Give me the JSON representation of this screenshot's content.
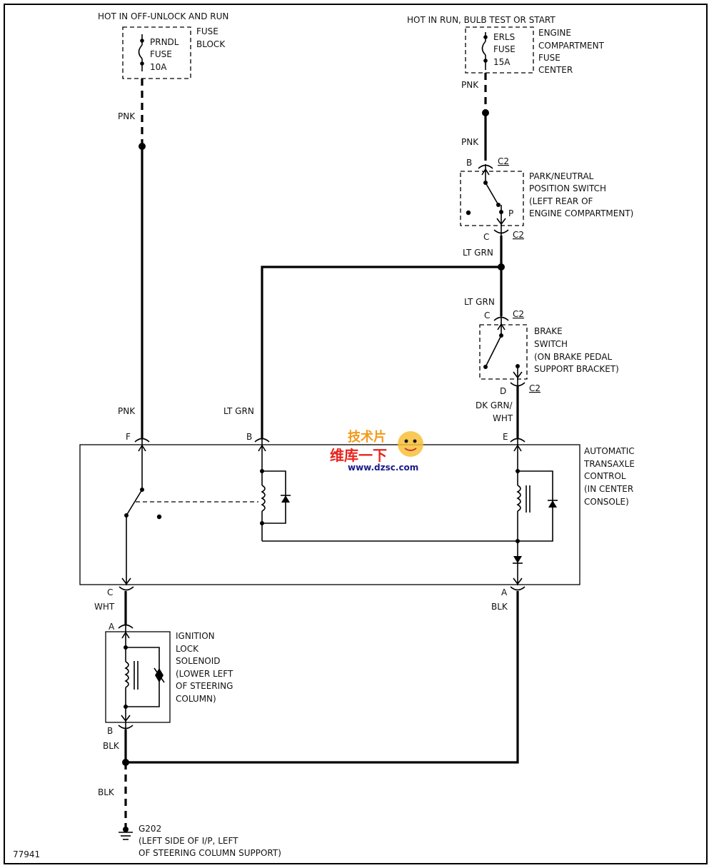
{
  "fuse_block": {
    "hot_label": "HOT IN OFF-UNLOCK AND RUN",
    "fuse_lines": [
      "PRNDL",
      "FUSE",
      "10A"
    ],
    "block_lines": [
      "FUSE",
      "BLOCK"
    ]
  },
  "engine_fuse": {
    "hot_label": "HOT IN RUN, BULB TEST OR START",
    "fuse_lines": [
      "ERLS",
      "FUSE",
      "15A"
    ],
    "center_lines": [
      "ENGINE",
      "COMPARTMENT",
      "FUSE",
      "CENTER"
    ]
  },
  "wires": {
    "pnk_left_upper": "PNK",
    "pnk_left_lower": "PNK",
    "pnk_right_upper": "PNK",
    "pnk_right_lower": "PNK",
    "ltgrn_mid": "LT GRN",
    "ltgrn_brake": "LT GRN",
    "ltgrn_left": "LT GRN",
    "dkgrn_lines": [
      "DK GRN/",
      "WHT"
    ],
    "wht": "WHT",
    "blk_atc": "BLK",
    "blk_ils": "BLK",
    "blk_ground": "BLK"
  },
  "pn_switch": {
    "pin_top": "B",
    "conn_top": "C2",
    "pin_bottom": "C",
    "conn_bottom": "C2",
    "contact": "P",
    "desc_lines": [
      "PARK/NEUTRAL",
      "POSITION SWITCH",
      "(LEFT REAR OF",
      "ENGINE COMPARTMENT)"
    ]
  },
  "brake_switch": {
    "pin_top": "C",
    "conn_top": "C2",
    "pin_bottom": "D",
    "conn_bottom": "C2",
    "desc_lines": [
      "BRAKE",
      "SWITCH",
      "(ON BRAKE PEDAL",
      "SUPPORT BRACKET)"
    ]
  },
  "atc": {
    "pin_f": "F",
    "pin_b": "B",
    "pin_e": "E",
    "pin_c": "C",
    "pin_a": "A",
    "desc_lines": [
      "AUTOMATIC",
      "TRANSAXLE",
      "CONTROL",
      "(IN CENTER",
      "CONSOLE)"
    ]
  },
  "ignition_solenoid": {
    "pin_a": "A",
    "pin_b": "B",
    "desc_lines": [
      "IGNITION",
      "LOCK",
      "SOLENOID",
      "(LOWER LEFT",
      "OF STEERING",
      "COLUMN)"
    ]
  },
  "ground": {
    "id": "G202",
    "desc_lines": [
      "(LEFT SIDE OF I/P, LEFT",
      "OF STEERING COLUMN SUPPORT)"
    ]
  },
  "diagram_number": "77941",
  "watermark": {
    "top_text": "技术片",
    "cn_text": "维库一下",
    "url": "www.dzsc.com"
  },
  "colors": {
    "watermark_red": "#e8231c",
    "watermark_blue": "#1a1a8c",
    "watermark_orange": "#f29a1b"
  }
}
